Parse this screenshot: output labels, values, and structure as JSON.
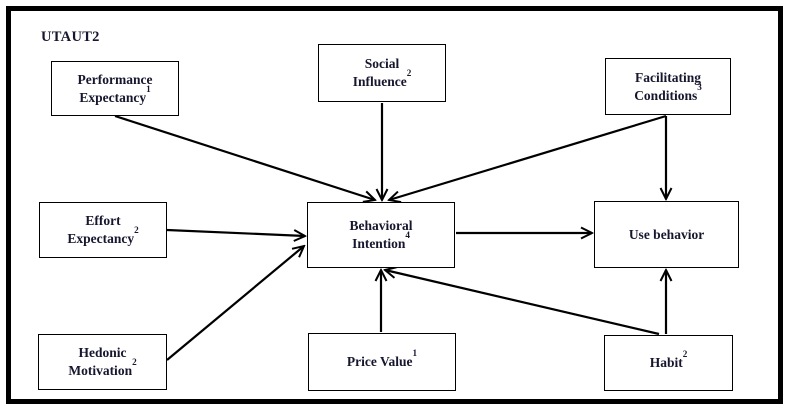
{
  "diagram": {
    "title": "UTAUT2",
    "type": "structural-model"
  },
  "colors": {
    "background": "#ffffff",
    "frame_border": "#000000",
    "box_border": "#000000",
    "arrow": "#000000",
    "text": "#16162e"
  },
  "nodes": [
    {
      "id": "performance-expectancy",
      "line1": "Performance",
      "line1_sup": "",
      "line2": "Expectancy",
      "line2_sup": "1"
    },
    {
      "id": "social-influence",
      "line1": "Social",
      "line1_sup": "",
      "line2": "Influence",
      "line2_sup": "2"
    },
    {
      "id": "facilitating-conditions",
      "line1": "Facilitating",
      "line1_sup": "",
      "line2": "Conditions",
      "line2_sup": "3"
    },
    {
      "id": "effort-expectancy",
      "line1": "Effort",
      "line1_sup": "",
      "line2": "Expectancy",
      "line2_sup": "2"
    },
    {
      "id": "behavioral-intention",
      "line1": "Behavioral",
      "line1_sup": "",
      "line2": "Intention",
      "line2_sup": "4"
    },
    {
      "id": "use-behavior",
      "line1": "Use behavior",
      "line1_sup": "",
      "line2": "",
      "line2_sup": ""
    },
    {
      "id": "hedonic-motivation",
      "line1": "Hedonic",
      "line1_sup": "",
      "line2": "Motivation",
      "line2_sup": "2"
    },
    {
      "id": "price-value",
      "line1": "Price Value",
      "line1_sup": "1",
      "line2": "",
      "line2_sup": ""
    },
    {
      "id": "habit",
      "line1": "Habit",
      "line1_sup": "2",
      "line2": "",
      "line2_sup": ""
    }
  ],
  "edges": [
    {
      "from": "performance-expectancy",
      "to": "behavioral-intention"
    },
    {
      "from": "social-influence",
      "to": "behavioral-intention"
    },
    {
      "from": "facilitating-conditions",
      "to": "behavioral-intention"
    },
    {
      "from": "facilitating-conditions",
      "to": "use-behavior"
    },
    {
      "from": "effort-expectancy",
      "to": "behavioral-intention"
    },
    {
      "from": "hedonic-motivation",
      "to": "behavioral-intention"
    },
    {
      "from": "price-value",
      "to": "behavioral-intention"
    },
    {
      "from": "habit",
      "to": "behavioral-intention"
    },
    {
      "from": "habit",
      "to": "use-behavior"
    },
    {
      "from": "behavioral-intention",
      "to": "use-behavior"
    }
  ]
}
